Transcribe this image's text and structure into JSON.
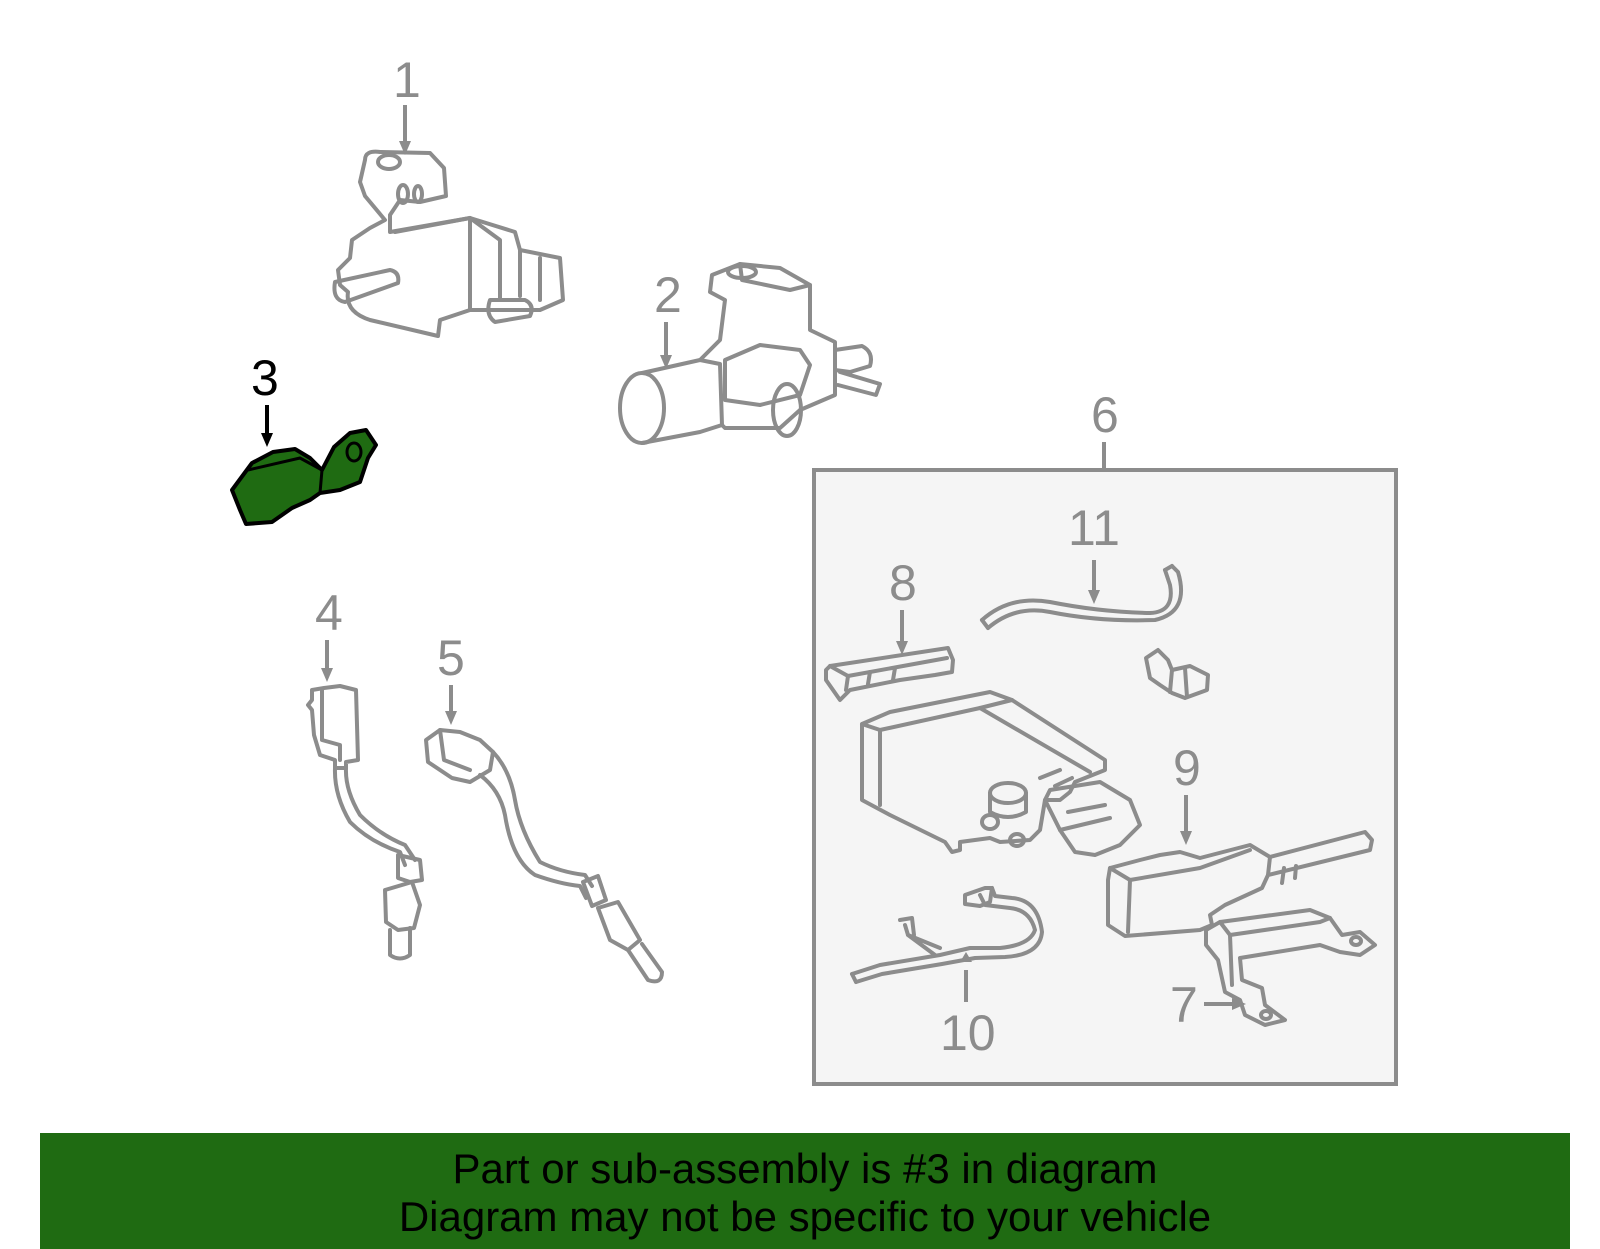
{
  "diagram": {
    "callouts": {
      "c1": "1",
      "c2": "2",
      "c3": "3",
      "c4": "4",
      "c5": "5",
      "c6": "6",
      "c7": "7",
      "c8": "8",
      "c9": "9",
      "c10": "10",
      "c11": "11"
    },
    "highlighted_part": "3",
    "colors": {
      "highlight": "#1f6b12",
      "line": "#8c8c8c",
      "banner": "#1f6b12"
    }
  },
  "banner": {
    "line1": "Part or sub-assembly is #3 in diagram",
    "line2": "Diagram may not be specific to your vehicle"
  }
}
